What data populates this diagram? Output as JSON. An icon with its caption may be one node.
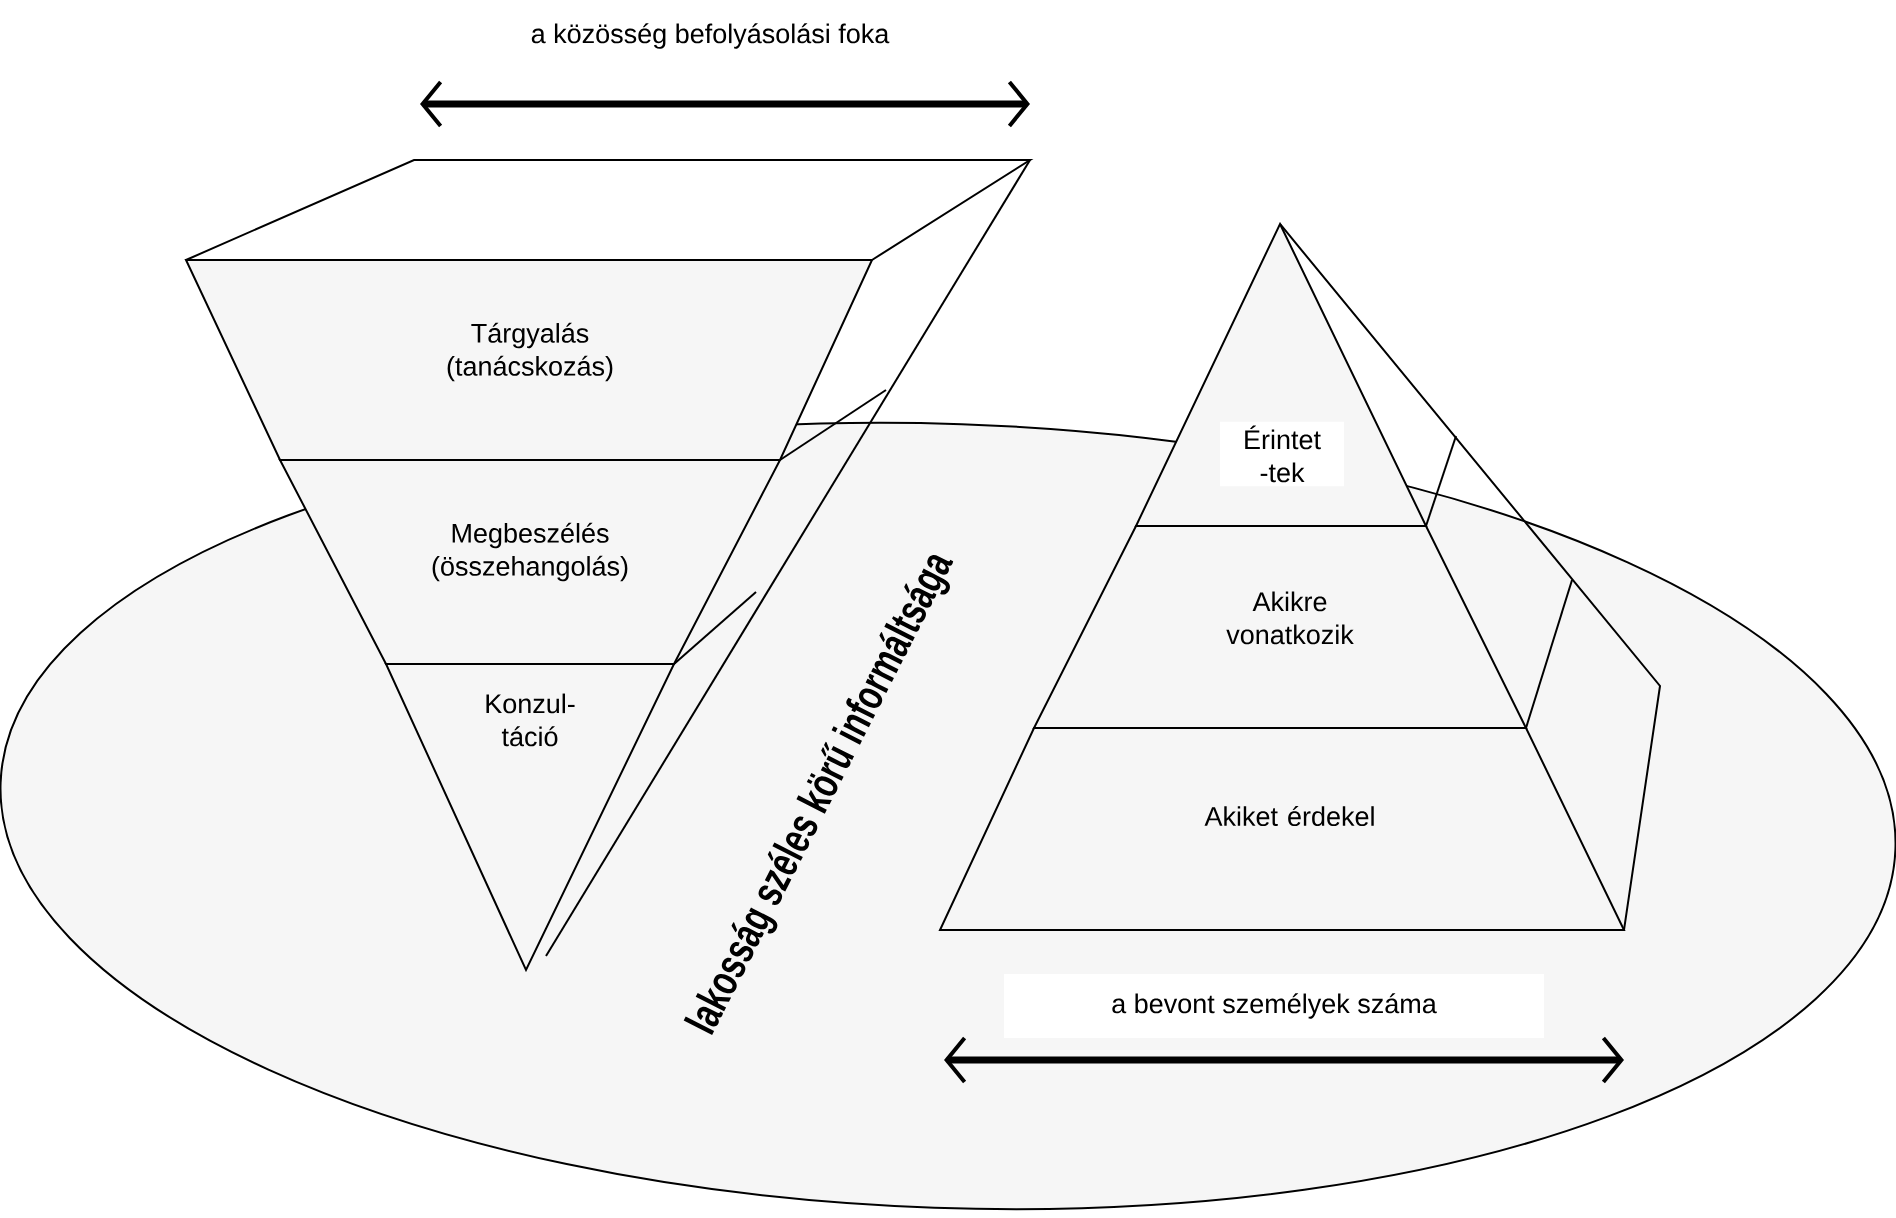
{
  "diagram": {
    "nodes": [
      {
        "text": [
          "Tárgyalás (tanácskozás)"
        ]
      },
      {
        "text": [
          "Megbeszélés (összehangolás)"
        ]
      },
      {
        "text": [
          "Konzul- táció"
        ]
      },
      {
        "text": [
          "Érintet -tek"
        ]
      },
      {
        "text": [
          "Akikre vonatkozik"
        ]
      },
      {
        "text": [
          "Akiket érdekel"
        ]
      }
    ],
    "labels": [
      "a közösség befolyásolási foka",
      "lakosság széles körű informáltsága",
      "a bevont személyek száma"
    ]
  }
}
